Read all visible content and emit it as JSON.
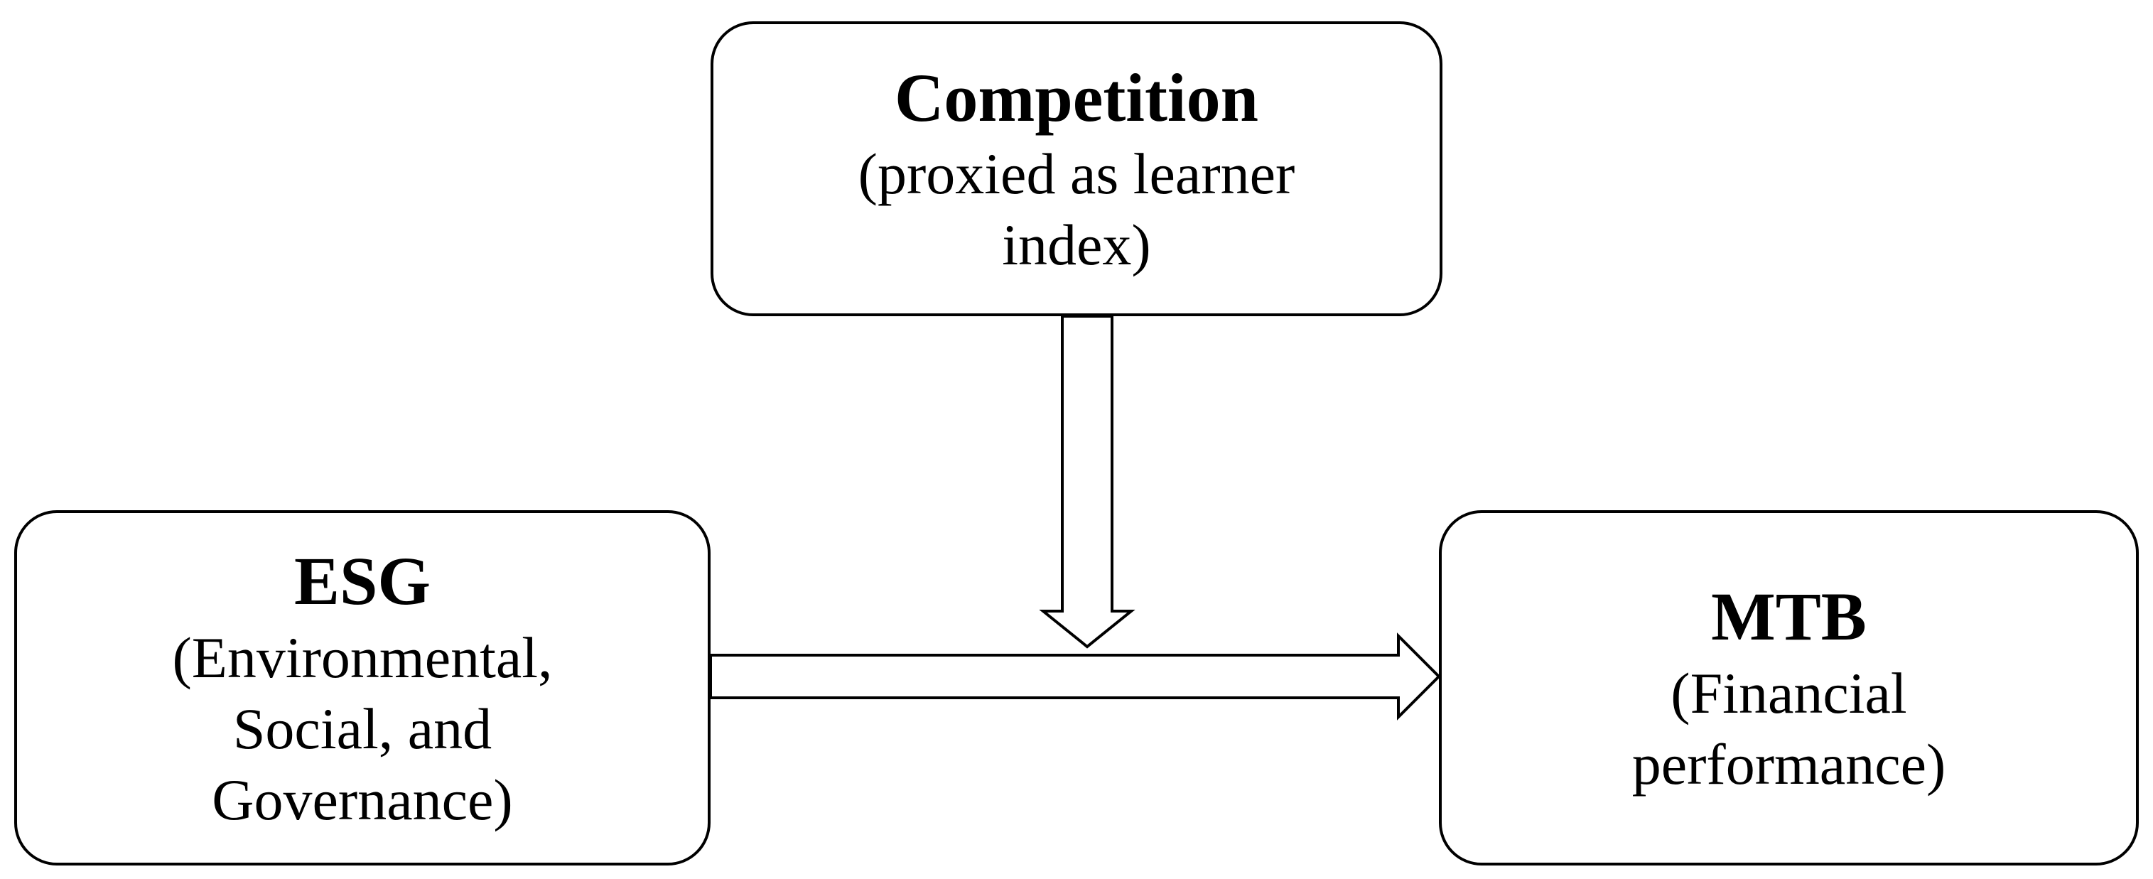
{
  "diagram": {
    "nodes": [
      {
        "id": "competition",
        "title": "Competition",
        "subtitle": "(proxied as learner\nindex)"
      },
      {
        "id": "esg",
        "title": "ESG",
        "subtitle": "(Environmental,\nSocial, and\nGovernance)"
      },
      {
        "id": "mtb",
        "title": "MTB",
        "subtitle": "(Financial\nperformance)"
      }
    ],
    "edges": [
      {
        "from": "esg",
        "to": "mtb",
        "style": "double-line hollow arrow"
      },
      {
        "from": "competition",
        "to": "esg-mtb-edge",
        "style": "double-line hollow arrow (moderating)"
      }
    ],
    "colors": {
      "stroke": "#000000",
      "fill": "#ffffff"
    }
  }
}
